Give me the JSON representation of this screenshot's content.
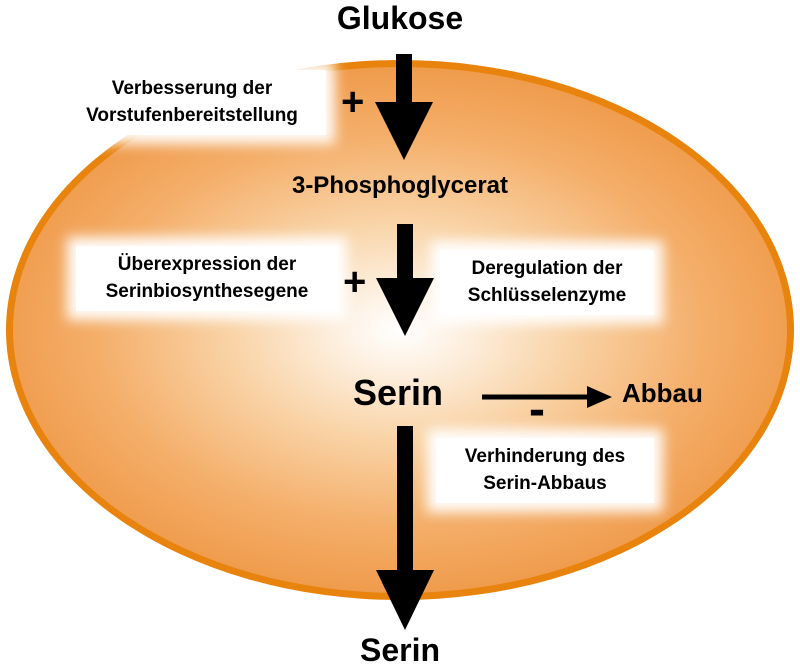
{
  "diagram": {
    "title_top": "Glukose",
    "node_3pg": "3-Phosphoglycerat",
    "node_serin": "Serin",
    "node_abbau": "Abbau",
    "node_serin_bottom": "Serin",
    "plus_precursor": "+",
    "plus_synthesis": "+",
    "minus_degradation": "-",
    "boxes": {
      "precursor": "Verbesserung der\nVorstufenbereitstellung",
      "overexpression": "Überexpression der\nSerinbiosynthesegene",
      "deregulation": "Deregulation der\nSchlüsselenzyme",
      "prevention": "Verhinderung des\nSerin-Abbaus"
    },
    "colors": {
      "cell_border": "#e8830d",
      "cell_fill_edge": "#f09a4b",
      "cell_fill_center": "#ffffff",
      "arrow": "#000000",
      "text": "#000000",
      "box_background": "#ffffff"
    }
  }
}
